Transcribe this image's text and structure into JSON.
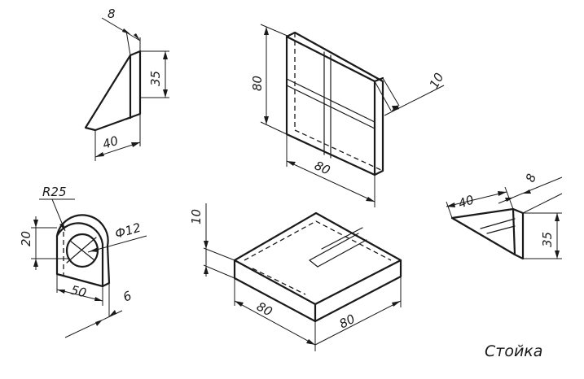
{
  "title": "Стойка",
  "dimensions": {
    "rib_thickness": "8",
    "rib_height": "35",
    "rib_length": "40",
    "plate_height": "80",
    "plate_thickness": "10",
    "plate_width": "80",
    "bracket_radius": "R25",
    "bracket_hole": "Ф12",
    "bracket_offset": "20",
    "bracket_width": "50",
    "bracket_thickness": "6",
    "base_thickness": "10",
    "base_length": "80",
    "base_width": "80",
    "rib2_length": "40",
    "rib2_thickness": "8",
    "rib2_height": "35"
  }
}
